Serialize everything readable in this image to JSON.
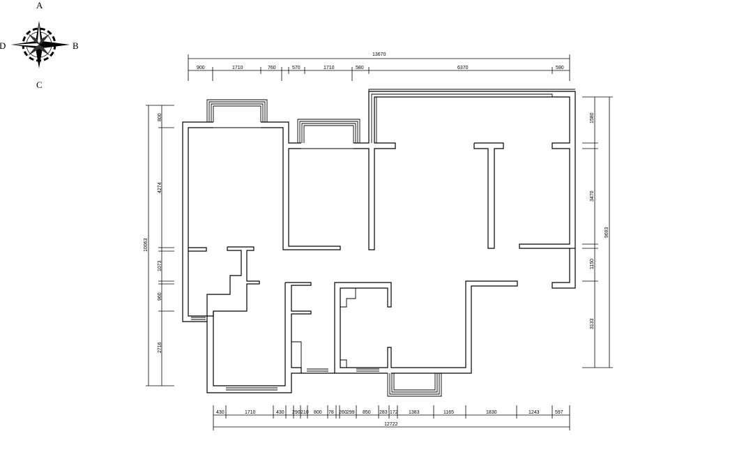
{
  "compass": {
    "north_label": "A",
    "east_label": "B",
    "south_label": "C",
    "west_label": "D",
    "icon": "compass-rose-icon"
  },
  "dimensions": {
    "top_total": "13670",
    "top_segments": [
      "900",
      "1710",
      "760",
      "570",
      "1710",
      "580",
      "6370",
      "590"
    ],
    "bottom_total": "12722",
    "bottom_segments": [
      "430",
      "1710",
      "430",
      "290",
      "210",
      "800",
      "78",
      "260",
      "299",
      "850",
      "283",
      "172",
      "1383",
      "1165",
      "1830",
      "1243",
      "597"
    ],
    "left_total": "10063",
    "left_segments": [
      "800",
      "4274",
      "1073",
      "960",
      "2716"
    ],
    "right_total": "9693",
    "right_segments": [
      "1580",
      "3470",
      "1150",
      "3133"
    ]
  },
  "colors": {
    "line": "#000000",
    "background": "#ffffff"
  }
}
